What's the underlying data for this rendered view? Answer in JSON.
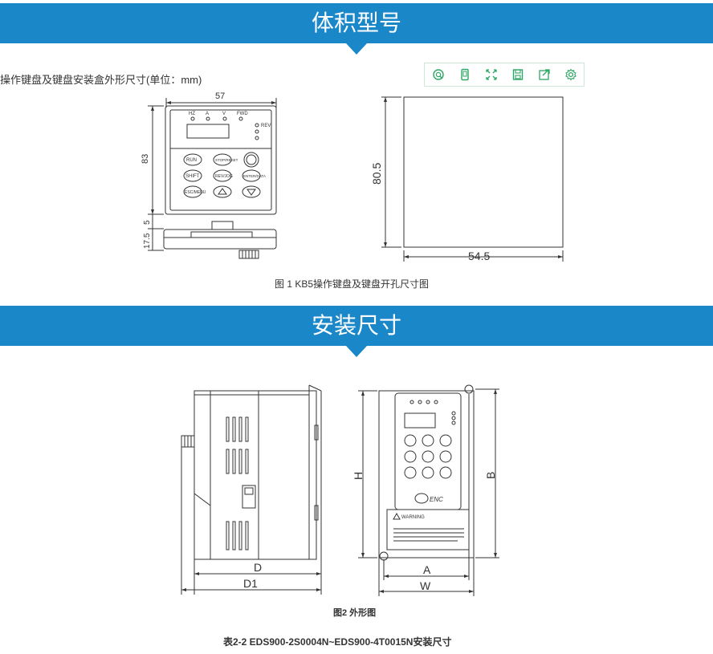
{
  "section1": {
    "title": "体积型号"
  },
  "section2": {
    "title": "安装尺寸"
  },
  "intro_text": "操作键盘及键盘安装盒外形尺寸(单位：mm)",
  "toolbar": {
    "icons": [
      "zoom-icon",
      "mobile-icon",
      "expand-icon",
      "save-icon",
      "share-icon",
      "settings-icon"
    ]
  },
  "figure1": {
    "caption": "图 1 KB5操作键盘及键盘开孔尺寸图",
    "dim_width": "57",
    "dim_height": "83",
    "dim_side1": "5",
    "dim_side2": "17.5",
    "cutout_height": "80.5",
    "cutout_width": "54.5",
    "keys": [
      "RUN",
      "STOP/RESET",
      "SHIFT",
      "REV/JOG",
      "ENTER/DATA",
      "ESC/MENU"
    ],
    "leds": [
      "HZ",
      "A",
      "V",
      "FWD",
      "REV"
    ]
  },
  "figure2": {
    "caption": "图2 外形图",
    "dim_D": "D",
    "dim_D1": "D1",
    "dim_H": "H",
    "dim_B": "B",
    "dim_A": "A",
    "dim_W": "W",
    "warning": "WARNING",
    "brand": "ENC"
  },
  "table_caption": "表2-2  EDS900-2S0004N~EDS900-4T0015N安装尺寸",
  "colors": {
    "accent": "#1a87c9",
    "toolbar_icon": "#2ea664"
  }
}
